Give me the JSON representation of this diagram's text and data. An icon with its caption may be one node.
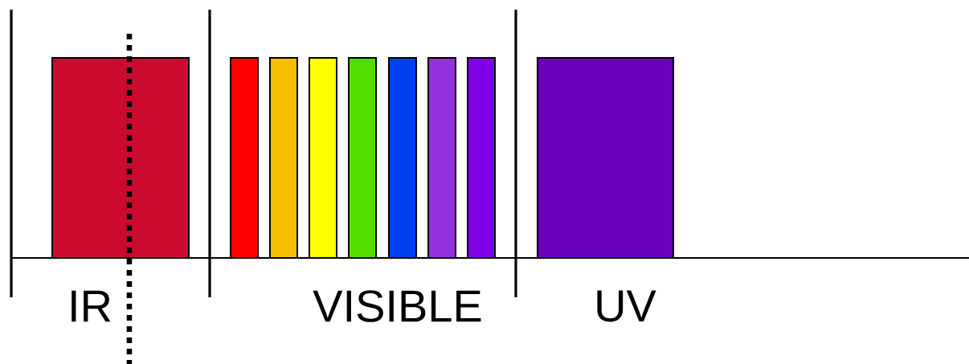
{
  "diagram": {
    "labels": [
      "IR",
      "VISIBLE",
      "UV"
    ]
  }
}
